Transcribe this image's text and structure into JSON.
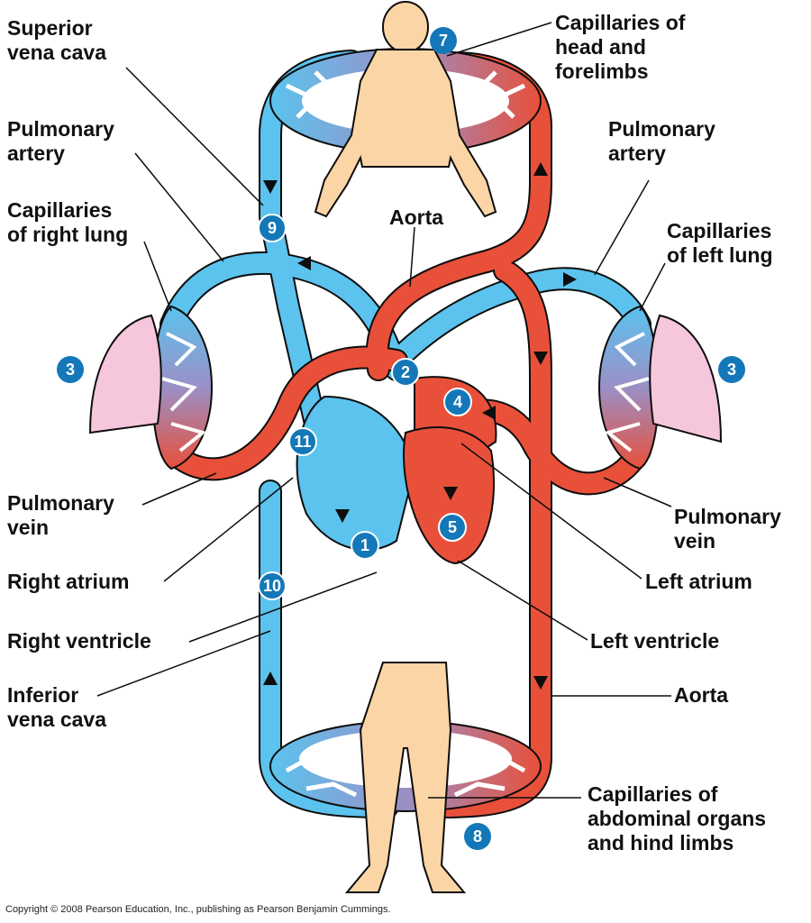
{
  "labels": {
    "superior_vena_cava": [
      "Superior",
      "vena cava"
    ],
    "capillaries_head": [
      "Capillaries of",
      "head and",
      "forelimbs"
    ],
    "pulmonary_artery_left_side": [
      "Pulmonary",
      "artery"
    ],
    "pulmonary_artery_right_side": [
      "Pulmonary",
      "artery"
    ],
    "capillaries_right_lung": [
      "Capillaries",
      "of right lung"
    ],
    "aorta_top": "Aorta",
    "capillaries_left_lung": [
      "Capillaries",
      "of left lung"
    ],
    "pulmonary_vein_left_side": [
      "Pulmonary",
      "vein"
    ],
    "pulmonary_vein_right_side": [
      "Pulmonary",
      "vein"
    ],
    "right_atrium": "Right atrium",
    "left_atrium": "Left atrium",
    "right_ventricle": "Right ventricle",
    "left_ventricle": "Left ventricle",
    "inferior_vena_cava": [
      "Inferior",
      "vena cava"
    ],
    "aorta_bottom": "Aorta",
    "capillaries_abdominal": [
      "Capillaries of",
      "abdominal organs",
      "and hind limbs"
    ]
  },
  "step_numbers": {
    "n1": "1",
    "n2": "2",
    "n3_left": "3",
    "n3_right": "3",
    "n4": "4",
    "n5": "5",
    "n7": "7",
    "n8": "8",
    "n9": "9",
    "n10": "10",
    "n11": "11"
  },
  "copyright": "Copyright © 2008 Pearson Education, Inc., publishing as Pearson Benjamin Cummings.",
  "colors": {
    "oxygen_poor": "#5bc3ee",
    "oxygen_rich": "#e8503a",
    "capillary_mix": "#9b8fc6",
    "skin": "#fbd5a5",
    "lung": "#f5c6dc",
    "badge": "#1478b8"
  }
}
